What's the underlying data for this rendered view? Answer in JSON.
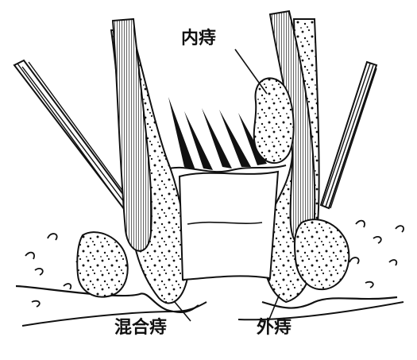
{
  "labels": {
    "internal": "内痔",
    "mixed": "混合痔",
    "external": "外痔"
  },
  "colors": {
    "ink": "#111111",
    "background": "#ffffff"
  }
}
